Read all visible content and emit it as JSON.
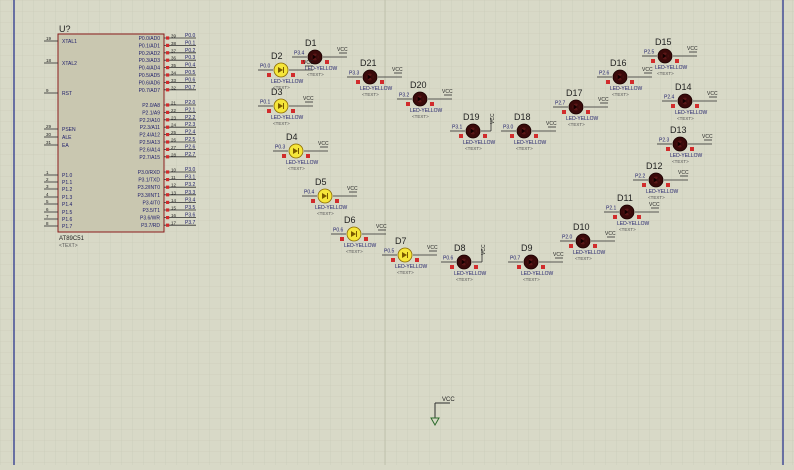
{
  "colors": {
    "background": "#d8d9c7",
    "grid": "#c6c8b4",
    "border": "#1f2a8a",
    "wire": "#2d2d2d",
    "chip_body": "#c9c7b0",
    "chip_outline": "#8a1b1b",
    "pin_marker": "#d12c2c",
    "label_blue": "#1c1c6a",
    "led_on": "#f5e63a",
    "led_off": "#3a0a0a",
    "ref_text": "#222222"
  },
  "chip": {
    "ref": "U?",
    "part": "AT89C51",
    "text_tag": "<TEXT>",
    "left_pins": [
      {
        "num": "19",
        "name": "XTAL1"
      },
      {
        "num": "18",
        "name": "XTAL2"
      },
      {
        "num": "9",
        "name": "RST"
      },
      {
        "num": "29",
        "name": "PSEN"
      },
      {
        "num": "30",
        "name": "ALE"
      },
      {
        "num": "31",
        "name": "EA"
      },
      {
        "num": "1",
        "name": "P1.0"
      },
      {
        "num": "2",
        "name": "P1.1"
      },
      {
        "num": "3",
        "name": "P1.2"
      },
      {
        "num": "4",
        "name": "P1.3"
      },
      {
        "num": "5",
        "name": "P1.4"
      },
      {
        "num": "6",
        "name": "P1.5"
      },
      {
        "num": "7",
        "name": "P1.6"
      },
      {
        "num": "8",
        "name": "P1.7"
      }
    ],
    "right_pins": [
      {
        "num": "39",
        "name": "P0.0/AD0",
        "net": "P0.0"
      },
      {
        "num": "38",
        "name": "P0.1/AD1",
        "net": "P0.1"
      },
      {
        "num": "37",
        "name": "P0.2/AD2",
        "net": "P0.2"
      },
      {
        "num": "36",
        "name": "P0.3/AD3",
        "net": "P0.3"
      },
      {
        "num": "35",
        "name": "P0.4/AD4",
        "net": "P0.4"
      },
      {
        "num": "34",
        "name": "P0.5/AD5",
        "net": "P0.5"
      },
      {
        "num": "33",
        "name": "P0.6/AD6",
        "net": "P0.6"
      },
      {
        "num": "32",
        "name": "P0.7/AD7",
        "net": "P0.7"
      },
      {
        "num": "21",
        "name": "P2.0/A8",
        "net": "P2.0"
      },
      {
        "num": "22",
        "name": "P2.1/A9",
        "net": "P2.1"
      },
      {
        "num": "23",
        "name": "P2.2/A10",
        "net": "P2.2"
      },
      {
        "num": "24",
        "name": "P2.3/A11",
        "net": "P2.3"
      },
      {
        "num": "25",
        "name": "P2.4/A12",
        "net": "P2.4"
      },
      {
        "num": "26",
        "name": "P2.5/A13",
        "net": "P2.5"
      },
      {
        "num": "27",
        "name": "P2.6/A14",
        "net": "P2.6"
      },
      {
        "num": "28",
        "name": "P2.7/A15",
        "net": "P2.7"
      },
      {
        "num": "10",
        "name": "P3.0/RXD",
        "net": "P3.0"
      },
      {
        "num": "11",
        "name": "P3.1/TXD",
        "net": "P3.1"
      },
      {
        "num": "12",
        "name": "P3.2/INT0",
        "net": "P3.2"
      },
      {
        "num": "13",
        "name": "P3.3/INT1",
        "net": "P3.3"
      },
      {
        "num": "14",
        "name": "P3.4/T0",
        "net": "P3.4"
      },
      {
        "num": "15",
        "name": "P3.5/T1",
        "net": "P3.5"
      },
      {
        "num": "16",
        "name": "P3.6/WR",
        "net": "P3.6"
      },
      {
        "num": "17",
        "name": "P3.7/RD",
        "net": "P3.7"
      }
    ]
  },
  "led_part": "LED-YELLOW",
  "text_tag": "<TEXT>",
  "vcc_label": "VCC",
  "leds": [
    {
      "ref": "D1",
      "net": "P3.4",
      "lit": false
    },
    {
      "ref": "D2",
      "net": "P0.0",
      "lit": true
    },
    {
      "ref": "D3",
      "net": "P0.1",
      "lit": true
    },
    {
      "ref": "D4",
      "net": "P0.3",
      "lit": true
    },
    {
      "ref": "D5",
      "net": "P0.4",
      "lit": true
    },
    {
      "ref": "D6",
      "net": "P0.6",
      "lit": true
    },
    {
      "ref": "D7",
      "net": "P0.5",
      "lit": true
    },
    {
      "ref": "D8",
      "net": "P0.6",
      "lit": false
    },
    {
      "ref": "D9",
      "net": "P0.7",
      "lit": false
    },
    {
      "ref": "D10",
      "net": "P2.0",
      "lit": false
    },
    {
      "ref": "D11",
      "net": "P2.1",
      "lit": false
    },
    {
      "ref": "D12",
      "net": "P2.2",
      "lit": false
    },
    {
      "ref": "D13",
      "net": "P2.3",
      "lit": false
    },
    {
      "ref": "D14",
      "net": "P2.4",
      "lit": false
    },
    {
      "ref": "D15",
      "net": "P2.5",
      "lit": false
    },
    {
      "ref": "D16",
      "net": "P2.6",
      "lit": false
    },
    {
      "ref": "D17",
      "net": "P2.7",
      "lit": false
    },
    {
      "ref": "D18",
      "net": "P3.0",
      "lit": false
    },
    {
      "ref": "D19",
      "net": "P3.1",
      "lit": false
    },
    {
      "ref": "D20",
      "net": "P3.2",
      "lit": false
    },
    {
      "ref": "D21",
      "net": "P3.3",
      "lit": false
    }
  ],
  "power_terminal": {
    "label": "VCC"
  }
}
